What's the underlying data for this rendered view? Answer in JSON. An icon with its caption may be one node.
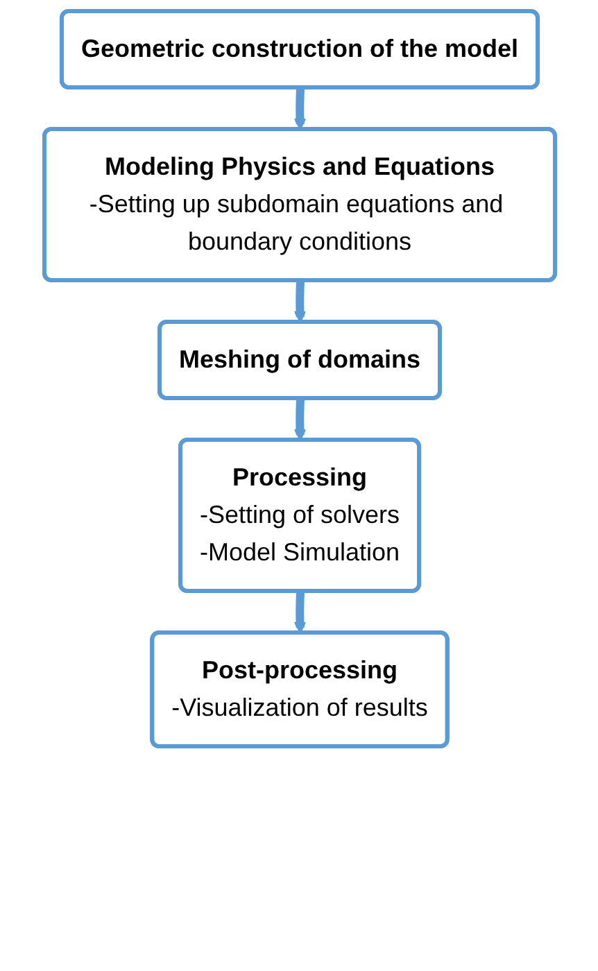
{
  "diagram": {
    "nodes": [
      {
        "text": [
          "Geometric construction of the model"
        ]
      },
      {
        "text": [
          "Modeling Physics and Equations",
          "-Setting up subdomain equations and boundary conditions"
        ]
      },
      {
        "text": [
          "Meshing of domains"
        ]
      },
      {
        "text": [
          "Processing",
          "-Setting of solvers",
          "-Model Simulation"
        ]
      },
      {
        "text": [
          "Post-processing",
          "-Visualization of results"
        ]
      }
    ],
    "edges": [
      {
        "from": 0,
        "to": 1,
        "arrow": "to"
      },
      {
        "from": 1,
        "to": 2,
        "arrow": "to"
      },
      {
        "from": 2,
        "to": 3,
        "arrow": "to"
      },
      {
        "from": 3,
        "to": 4,
        "arrow": "to"
      }
    ]
  }
}
